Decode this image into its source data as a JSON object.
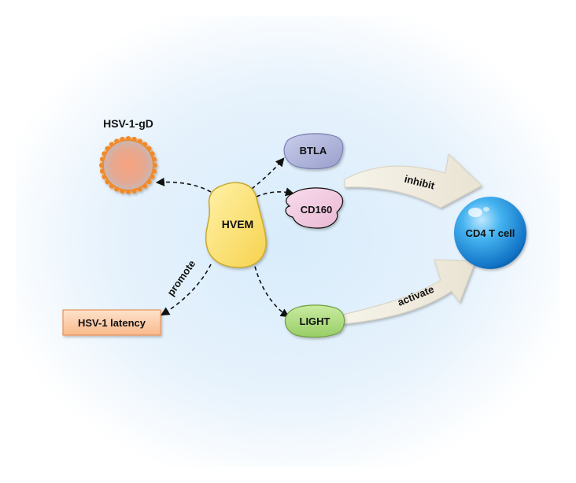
{
  "labels": {
    "virus": "HSV-1-gD",
    "hvem": "HVEM",
    "btla": "BTLA",
    "cd160": "CD160",
    "light": "LIGHT",
    "latency": "HSV-1 latency",
    "cd4": "CD4 T cell",
    "promote": "promote",
    "inhibit": "inhibit",
    "activate": "activate"
  },
  "colors": {
    "virus_core": "#f4a07e",
    "virus_spikes": "#f08a2c",
    "hvem": "#fbe07a",
    "btla": "#aeb3d8",
    "cd160": "#f1cbe0",
    "light": "#b3dd86",
    "latency_box": "#fccaa4",
    "cd4": "#2a9ee6",
    "arrow": "#f3efe4"
  }
}
